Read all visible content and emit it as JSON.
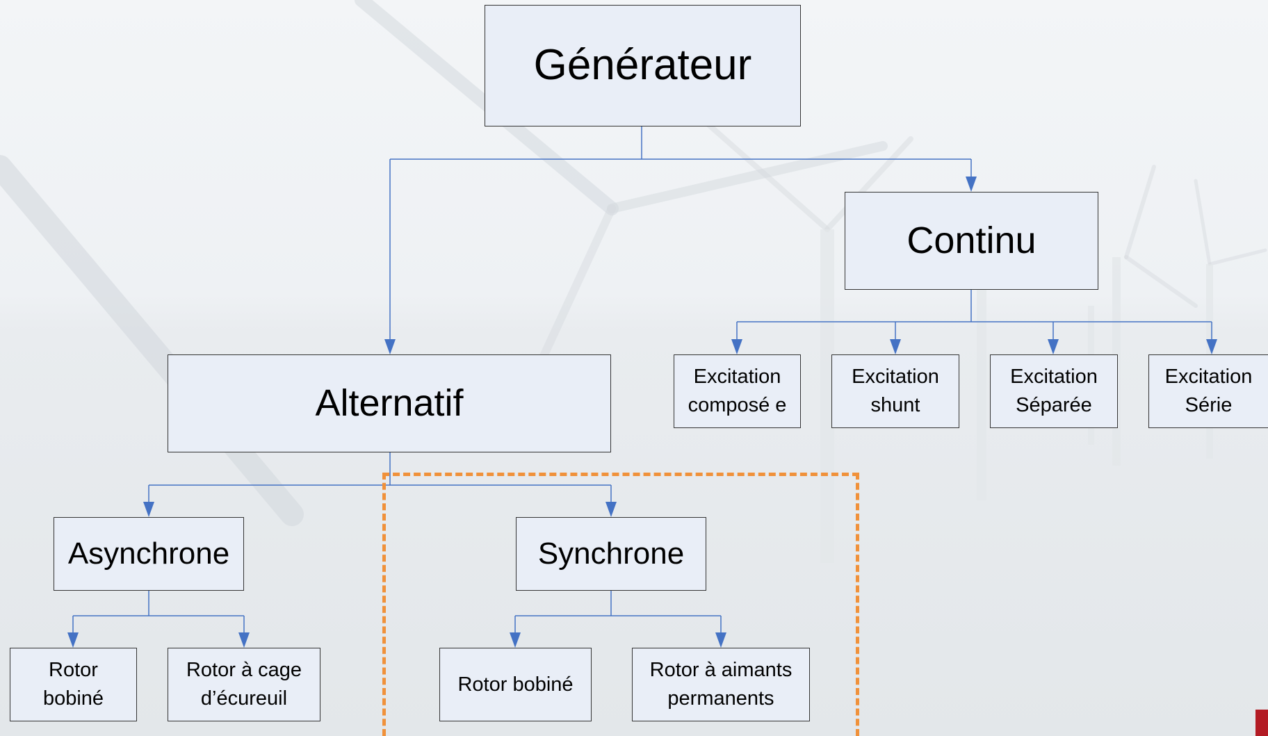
{
  "colors": {
    "connector": "#4472c4",
    "box_fill": "#e9eef7",
    "highlight": "#f0913a"
  },
  "diagram": {
    "root": "Générateur",
    "continu": "Continu",
    "alternatif": "Alternatif",
    "excitations": [
      "Excitation\ncomposé e",
      "Excitation\nshunt",
      "Excitation\nSéparée",
      "Excitation\nSérie"
    ],
    "asynchrone": "Asynchrone",
    "synchrone": "Synchrone",
    "async_children": [
      "Rotor\nbobiné",
      "Rotor à cage\nd’écureuil"
    ],
    "sync_children": [
      "Rotor bobiné",
      "Rotor à aimants\npermanents"
    ]
  }
}
